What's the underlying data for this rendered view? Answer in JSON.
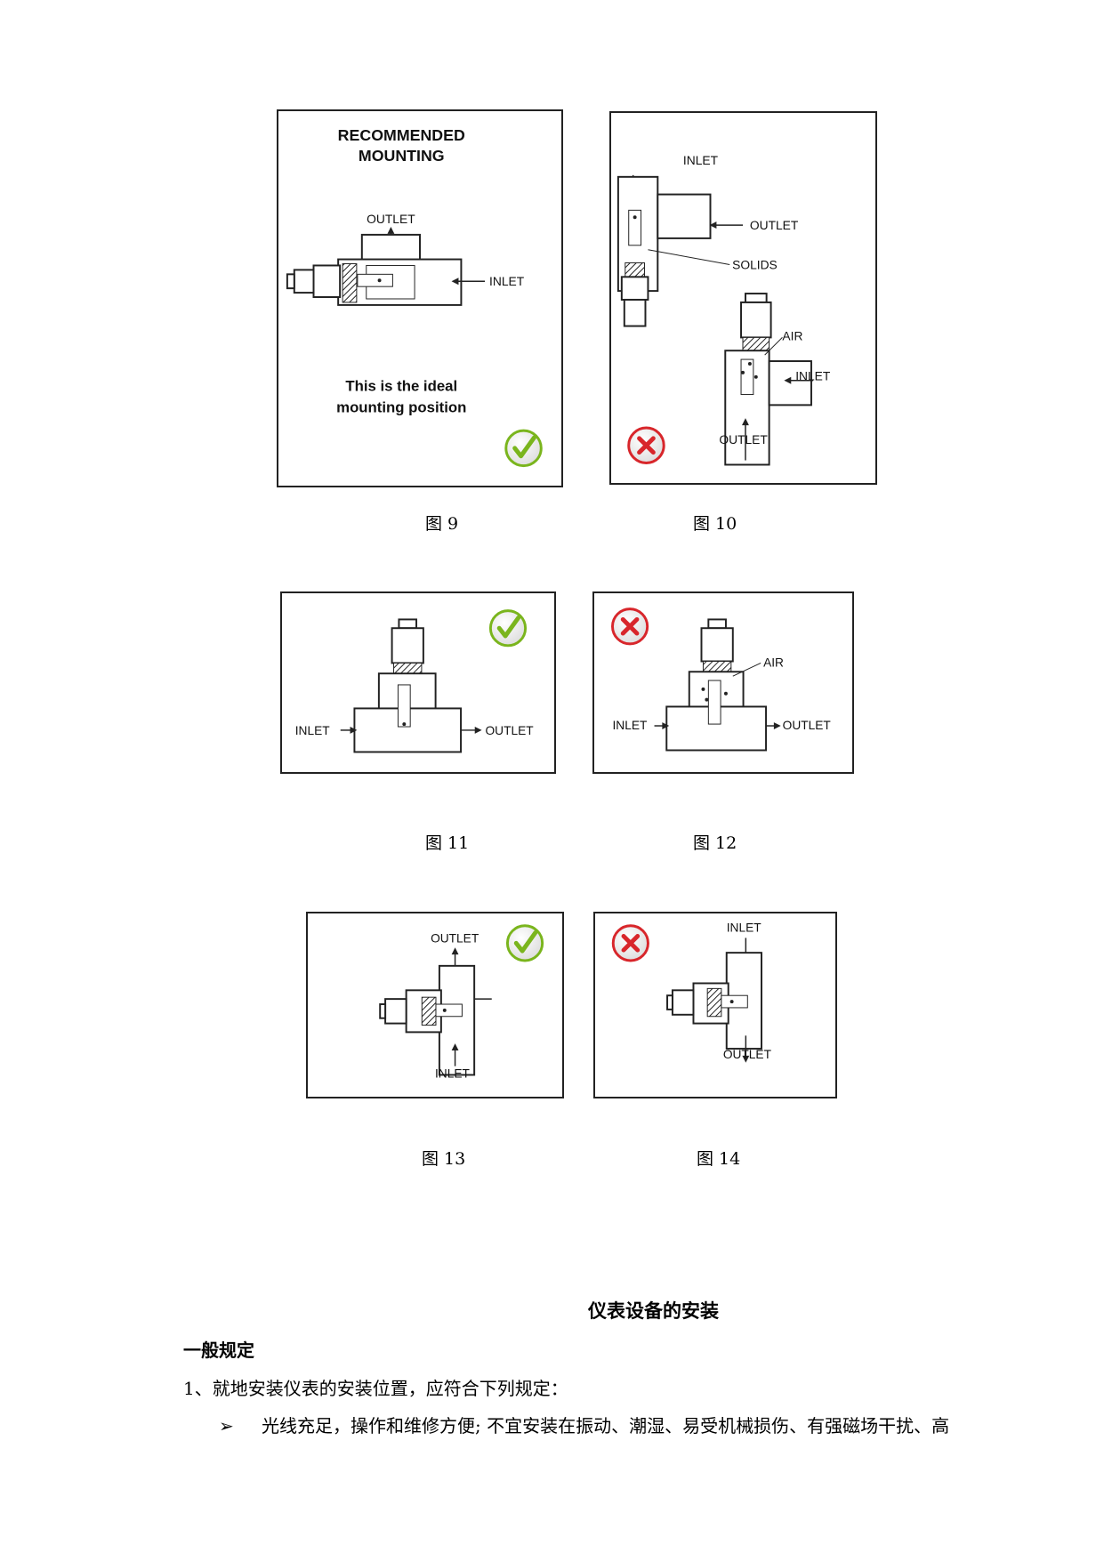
{
  "figures": [
    {
      "caption": "图 9",
      "labels": {
        "title1": "RECOMMENDED",
        "title2": "MOUNTING",
        "outlet": "OUTLET",
        "inlet": "INLET",
        "note1": "This is the ideal",
        "note2": "mounting position"
      },
      "status": "correct"
    },
    {
      "caption": "图 10",
      "labels": {
        "inlet_top": "INLET",
        "outlet_top": "OUTLET",
        "solids": "SOLIDS",
        "air": "AIR",
        "inlet_bottom": "INLET",
        "outlet_bottom": "OUTLET"
      },
      "status": "incorrect"
    },
    {
      "caption": "图 11",
      "labels": {
        "inlet": "INLET",
        "outlet": "OUTLET"
      },
      "status": "correct"
    },
    {
      "caption": "图 12",
      "labels": {
        "air": "AIR",
        "inlet": "INLET",
        "outlet": "OUTLET"
      },
      "status": "incorrect"
    },
    {
      "caption": "图 13",
      "labels": {
        "outlet": "OUTLET",
        "inlet": "INLET"
      },
      "status": "correct"
    },
    {
      "caption": "图 14",
      "labels": {
        "inlet": "INLET",
        "outlet": "OUTLET"
      },
      "status": "incorrect"
    }
  ],
  "section_title": "仪表设备的安装",
  "heading": "一般规定",
  "paragraph": "1、就地安装仪表的安装位置，应符合下列规定：",
  "bullet": {
    "icon": "arrow-bullet-icon",
    "text": "光线充足，操作和维修方便; 不宜安装在振动、潮湿、易受机械损伤、有强磁场干扰、高"
  },
  "colors": {
    "correct": "#7ab51d",
    "incorrect": "#d8262b"
  }
}
